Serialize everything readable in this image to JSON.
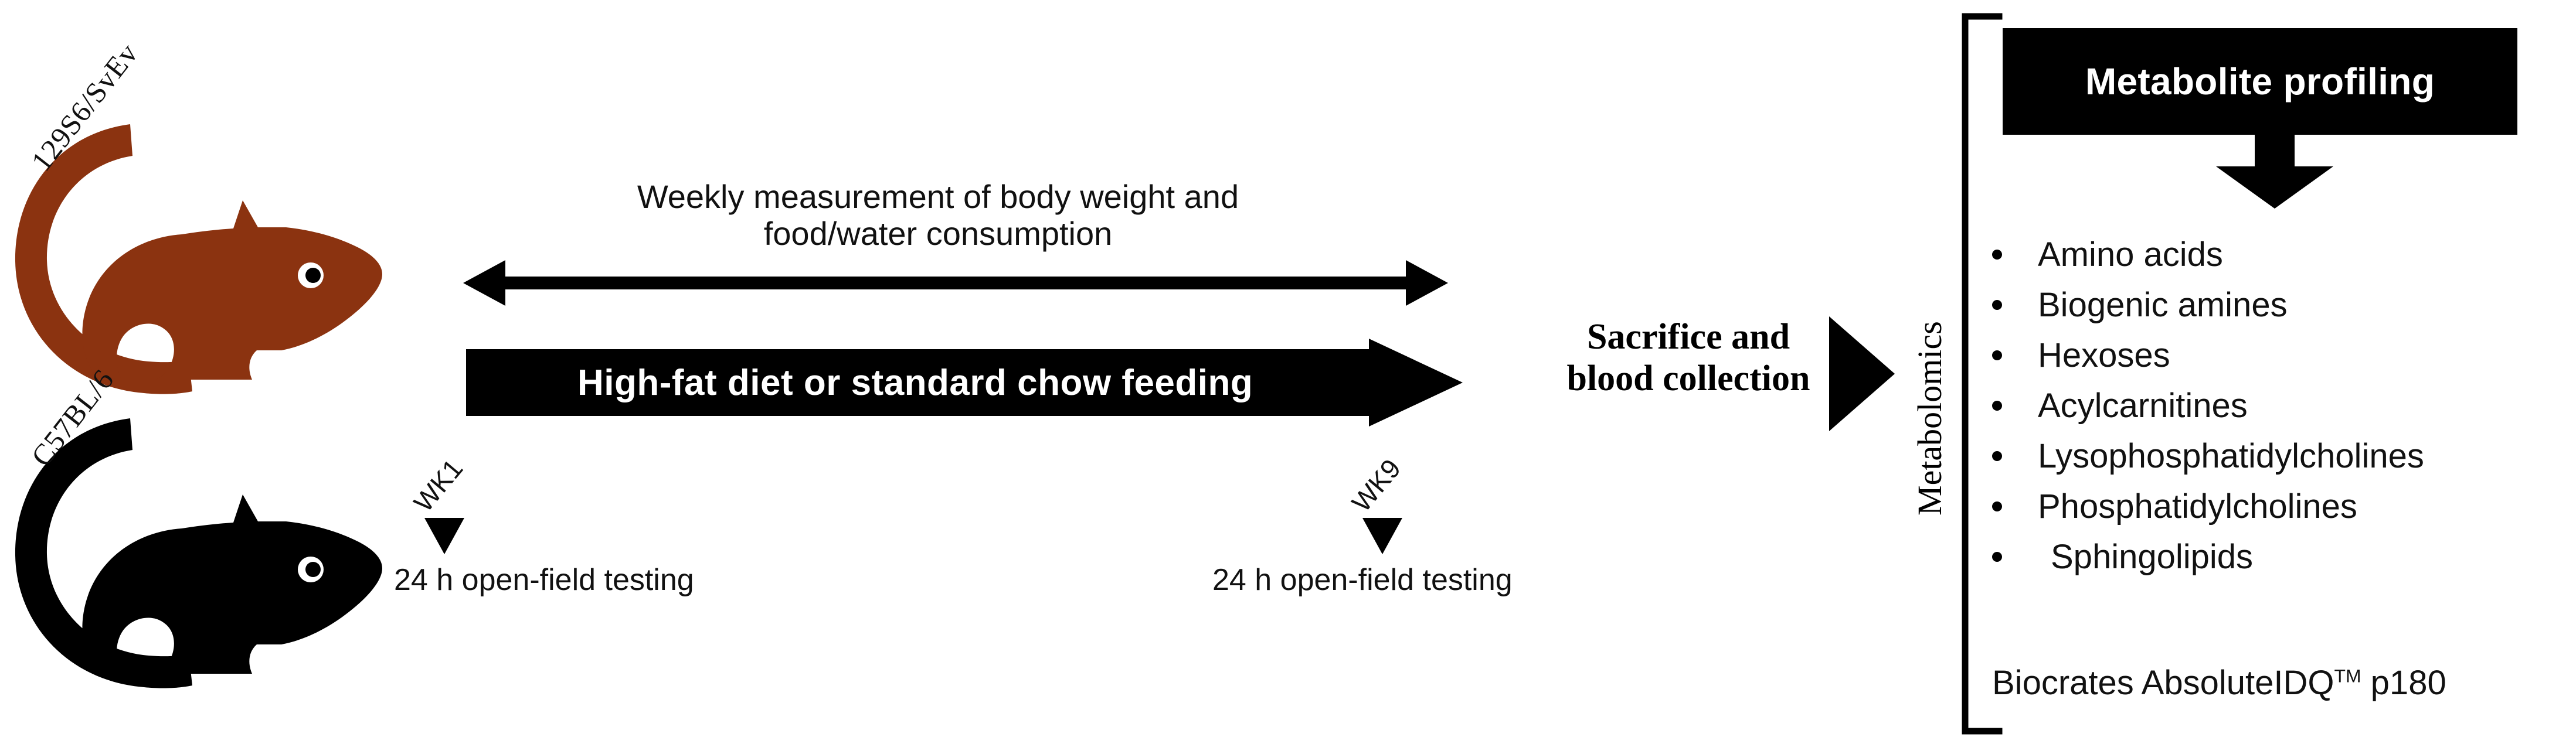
{
  "animals": [
    {
      "strain": "129S6/SvEv",
      "color": "#8B3310",
      "name": "mouse-129s6"
    },
    {
      "strain": "C57BL/6",
      "color": "#000000",
      "name": "mouse-c57bl6"
    }
  ],
  "timeline": {
    "weekly_measurement_line1": "Weekly measurement of body weight and",
    "weekly_measurement_line2": "food/water consumption",
    "feeding_label": "High-fat diet or standard chow feeding",
    "markers": [
      {
        "week": "WK1",
        "test": "24 h open-field testing"
      },
      {
        "week": "WK9",
        "test": "24 h open-field testing"
      }
    ]
  },
  "sacrifice": {
    "line1": "Sacrifice and",
    "line2": "blood collection"
  },
  "metabolomics": {
    "axis_label": "Metabolomics",
    "panel_title": "Metabolite profiling",
    "classes": [
      "Amino acids",
      "Biogenic amines",
      "Hexoses",
      "Acylcarnitines",
      "Lysophosphatidylcholines",
      "Phosphatidylcholines",
      "Sphingolipids"
    ],
    "kit_prefix": "Biocrates AbsoluteIDQ",
    "kit_sup": "TM",
    "kit_suffix": " p180"
  },
  "colors": {
    "brown": "#8B3310",
    "black": "#000000",
    "white": "#FFFFFF"
  }
}
